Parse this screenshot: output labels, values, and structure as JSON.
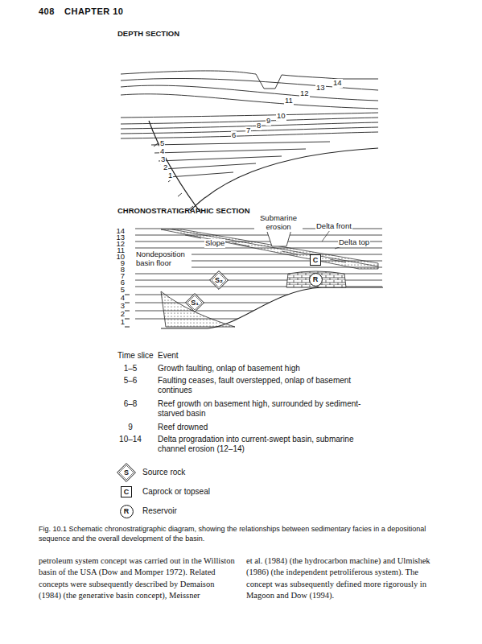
{
  "diagram": {
    "caption": "Fig. 10.1 Schematic chronostratigraphic diagram, showing the relationships between sedimentary facies in a depositional sequence and the overall development of the basin.",
    "nodes": [
      {
        "text": [
          "C"
        ]
      },
      {
        "text": [
          "S₂"
        ]
      },
      {
        "text": [
          "R"
        ]
      },
      {
        "text": [
          "S₁"
        ]
      },
      {
        "text": [
          "S"
        ]
      },
      {
        "text": [
          "C"
        ]
      },
      {
        "text": [
          "R"
        ]
      }
    ],
    "labels": [
      "408",
      "CHAPTER 10",
      "DEPTH SECTION",
      "14",
      "13",
      "12",
      "11",
      "10",
      "9",
      "8",
      "7",
      "6",
      "5",
      "4",
      "3",
      "2",
      "1",
      "CHRONOSTRATIGRAPHIC SECTION",
      "Submarine erosion",
      "Delta front",
      "Delta top",
      "Slope",
      "Nondeposition basin floor",
      "14",
      "13",
      "12",
      "11",
      "10",
      "9",
      "8",
      "7",
      "6",
      "5",
      "4",
      "3",
      "2",
      "1",
      "Time slice",
      "Event",
      "1–5",
      "Growth faulting, onlap of basement high",
      "5–6",
      "Faulting ceases, fault overstepped, onlap of basement continues",
      "6–8",
      "Reef growth on basement high, surrounded by sediment-starved basin",
      "9",
      "Reef drowned",
      "10–14",
      "Delta progradation into current-swept basin, submarine channel erosion (12–14)",
      "petroleum system concept was carried out in the Williston basin of the USA (Dow and Momper 1972). Related concepts were subsequently described by Demaison (1984) (the generative basin concept), Meissner",
      "et al. (1984) (the hydrocarbon machine) and Ulmishek (1986) (the independent petroliferous system). The concept was subsequently defined more rigorously in Magoon and Dow (1994)."
    ],
    "legend": [
      {
        "text": "Source rock"
      },
      {
        "text": "Caprock or topseal"
      },
      {
        "text": "Reservoir"
      }
    ]
  }
}
